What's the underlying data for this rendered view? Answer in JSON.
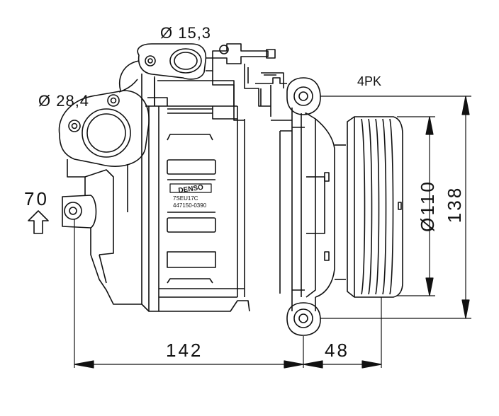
{
  "drawing": {
    "labels": {
      "port_small_diameter": "Ø 15,3",
      "port_large_diameter": "Ø 28,4",
      "belt_profile": "4PK",
      "mount_offset": "70",
      "pulley_diameter": "Ø110",
      "overall_height": "138",
      "body_length": "142",
      "pulley_length": "48"
    },
    "nameplate": {
      "brand": "DENSO",
      "model": "7SEU17C",
      "part_number": "447150-0390"
    }
  }
}
